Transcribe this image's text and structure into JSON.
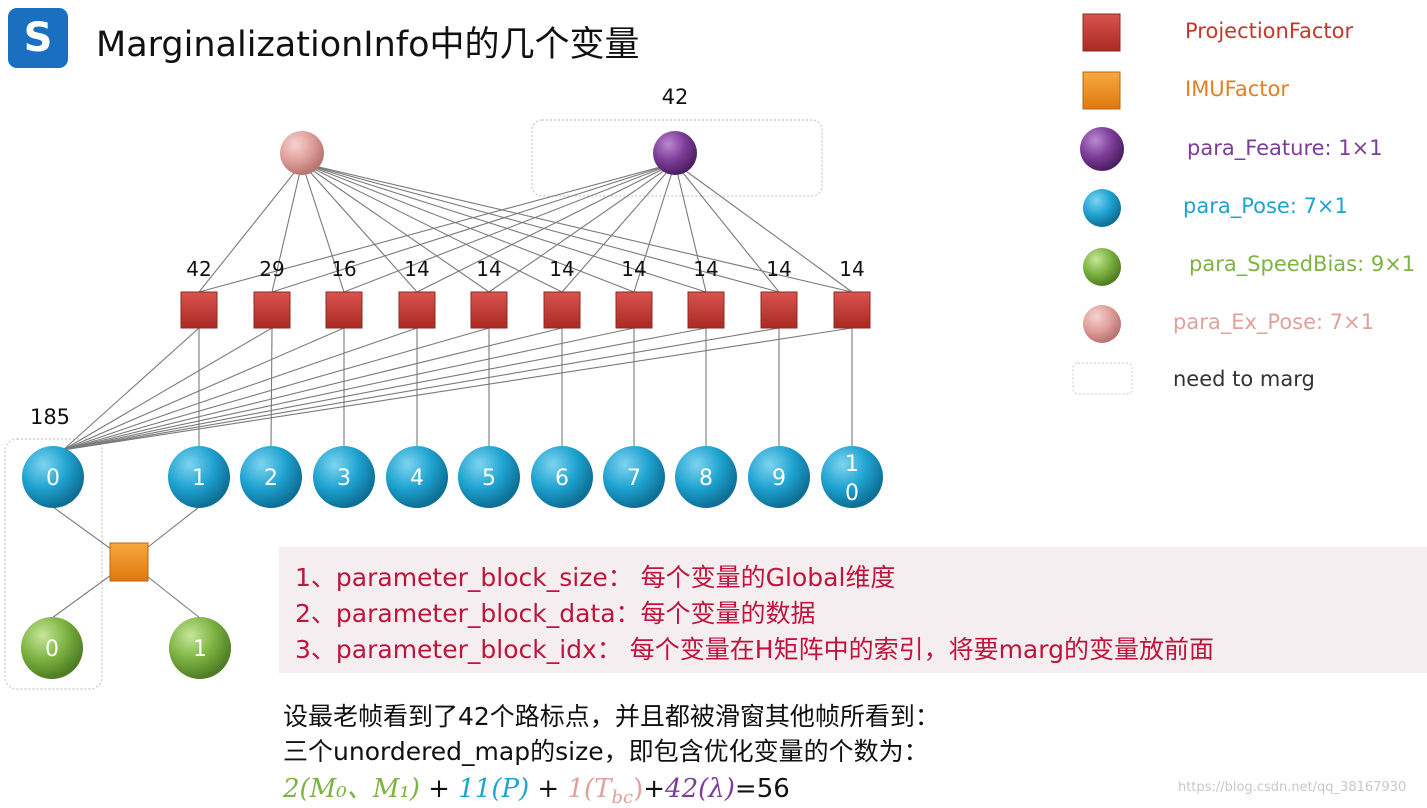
{
  "title": "MarginalizationInfo中的几个变量",
  "logo": {
    "glyph": "S",
    "icon": "logo-s-icon"
  },
  "graph": {
    "feature_count_label": "42",
    "block_size_label": "185",
    "proj_counts": [
      "42",
      "29",
      "16",
      "14",
      "14",
      "14",
      "14",
      "14",
      "14",
      "14"
    ],
    "pose_labels": [
      "0",
      "1",
      "2",
      "3",
      "4",
      "5",
      "6",
      "7",
      "8",
      "9",
      "1\n0"
    ],
    "speedbias_labels": [
      "0",
      "1"
    ]
  },
  "legend": [
    {
      "label": "ProjectionFactor",
      "color": "#c0392b",
      "shape": "square-red"
    },
    {
      "label": "IMUFactor",
      "color": "#e67e22",
      "shape": "square-orange"
    },
    {
      "label": "para_Feature: 1×1",
      "color": "#7d3c98",
      "shape": "circle-purple"
    },
    {
      "label": "para_Pose: 7×1",
      "color": "#1fa3d1",
      "shape": "circle-cyan"
    },
    {
      "label": "para_SpeedBias: 9×1",
      "color": "#7cb342",
      "shape": "circle-green"
    },
    {
      "label": "para_Ex_Pose: 7×1",
      "color": "#e0a09c",
      "shape": "circle-pink"
    },
    {
      "label": "need to marg",
      "color": "#333333",
      "shape": "dashed-box"
    }
  ],
  "info": {
    "line1": "1、parameter_block_size：  每个变量的Global维度",
    "line2": "2、parameter_block_data：每个变量的数据",
    "line3": "3、parameter_block_idx：   每个变量在H矩阵中的索引，将要marg的变量放前面"
  },
  "note": {
    "line1": "设最老帧看到了42个路标点，并且都被滑窗其他帧所看到：",
    "line2": "三个unordered_map的size，即包含优化变量的个数为："
  },
  "formula": {
    "part1": "2(M₀、M₁)",
    "plus1": " + ",
    "part2": "11(P)",
    "plus2": " + ",
    "part3": "1(T",
    "part3_sub": "bc",
    "part3_close": ")",
    "plus3": "+",
    "part4": "42(λ)",
    "result": "=56"
  },
  "watermark": "https://blog.csdn.net/qq_38167930",
  "colors": {
    "proj": "#c0392b",
    "imu": "#e67e22",
    "feature": "#7d3c98",
    "pose": "#1fa3d1",
    "speedbias": "#7cb342",
    "expose": "#e0a09c",
    "info_text": "#c0143c"
  }
}
